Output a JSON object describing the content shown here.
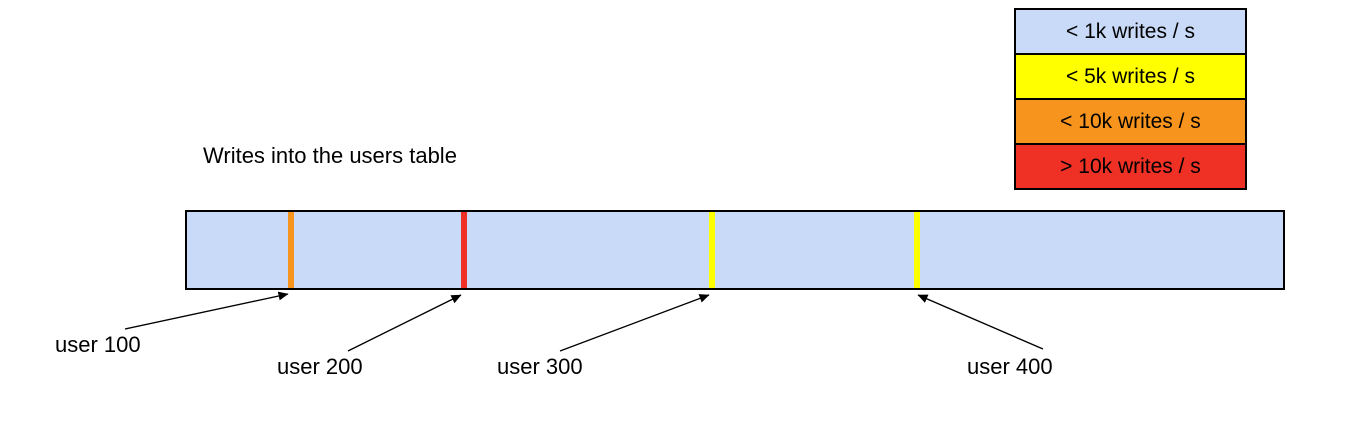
{
  "title": "Writes into the users table",
  "legend": {
    "items": [
      {
        "label": "< 1k writes / s",
        "color": "#c9daf8"
      },
      {
        "label": "< 5k writes / s",
        "color": "#ffff00"
      },
      {
        "label": "< 10k writes / s",
        "color": "#f6941d"
      },
      {
        "label": "> 10k writes / s",
        "color": "#ee3124"
      }
    ]
  },
  "bar": {
    "color": "#c9daf8",
    "border_color": "#000000",
    "stripes": [
      {
        "label": "user 100",
        "color": "#f6941d",
        "rate_bucket": "< 10k writes / s"
      },
      {
        "label": "user 200",
        "color": "#ee3124",
        "rate_bucket": "> 10k writes / s"
      },
      {
        "label": "user 300",
        "color": "#ffff00",
        "rate_bucket": "< 5k writes / s"
      },
      {
        "label": "user 400",
        "color": "#ffff00",
        "rate_bucket": "< 5k writes / s"
      }
    ]
  }
}
